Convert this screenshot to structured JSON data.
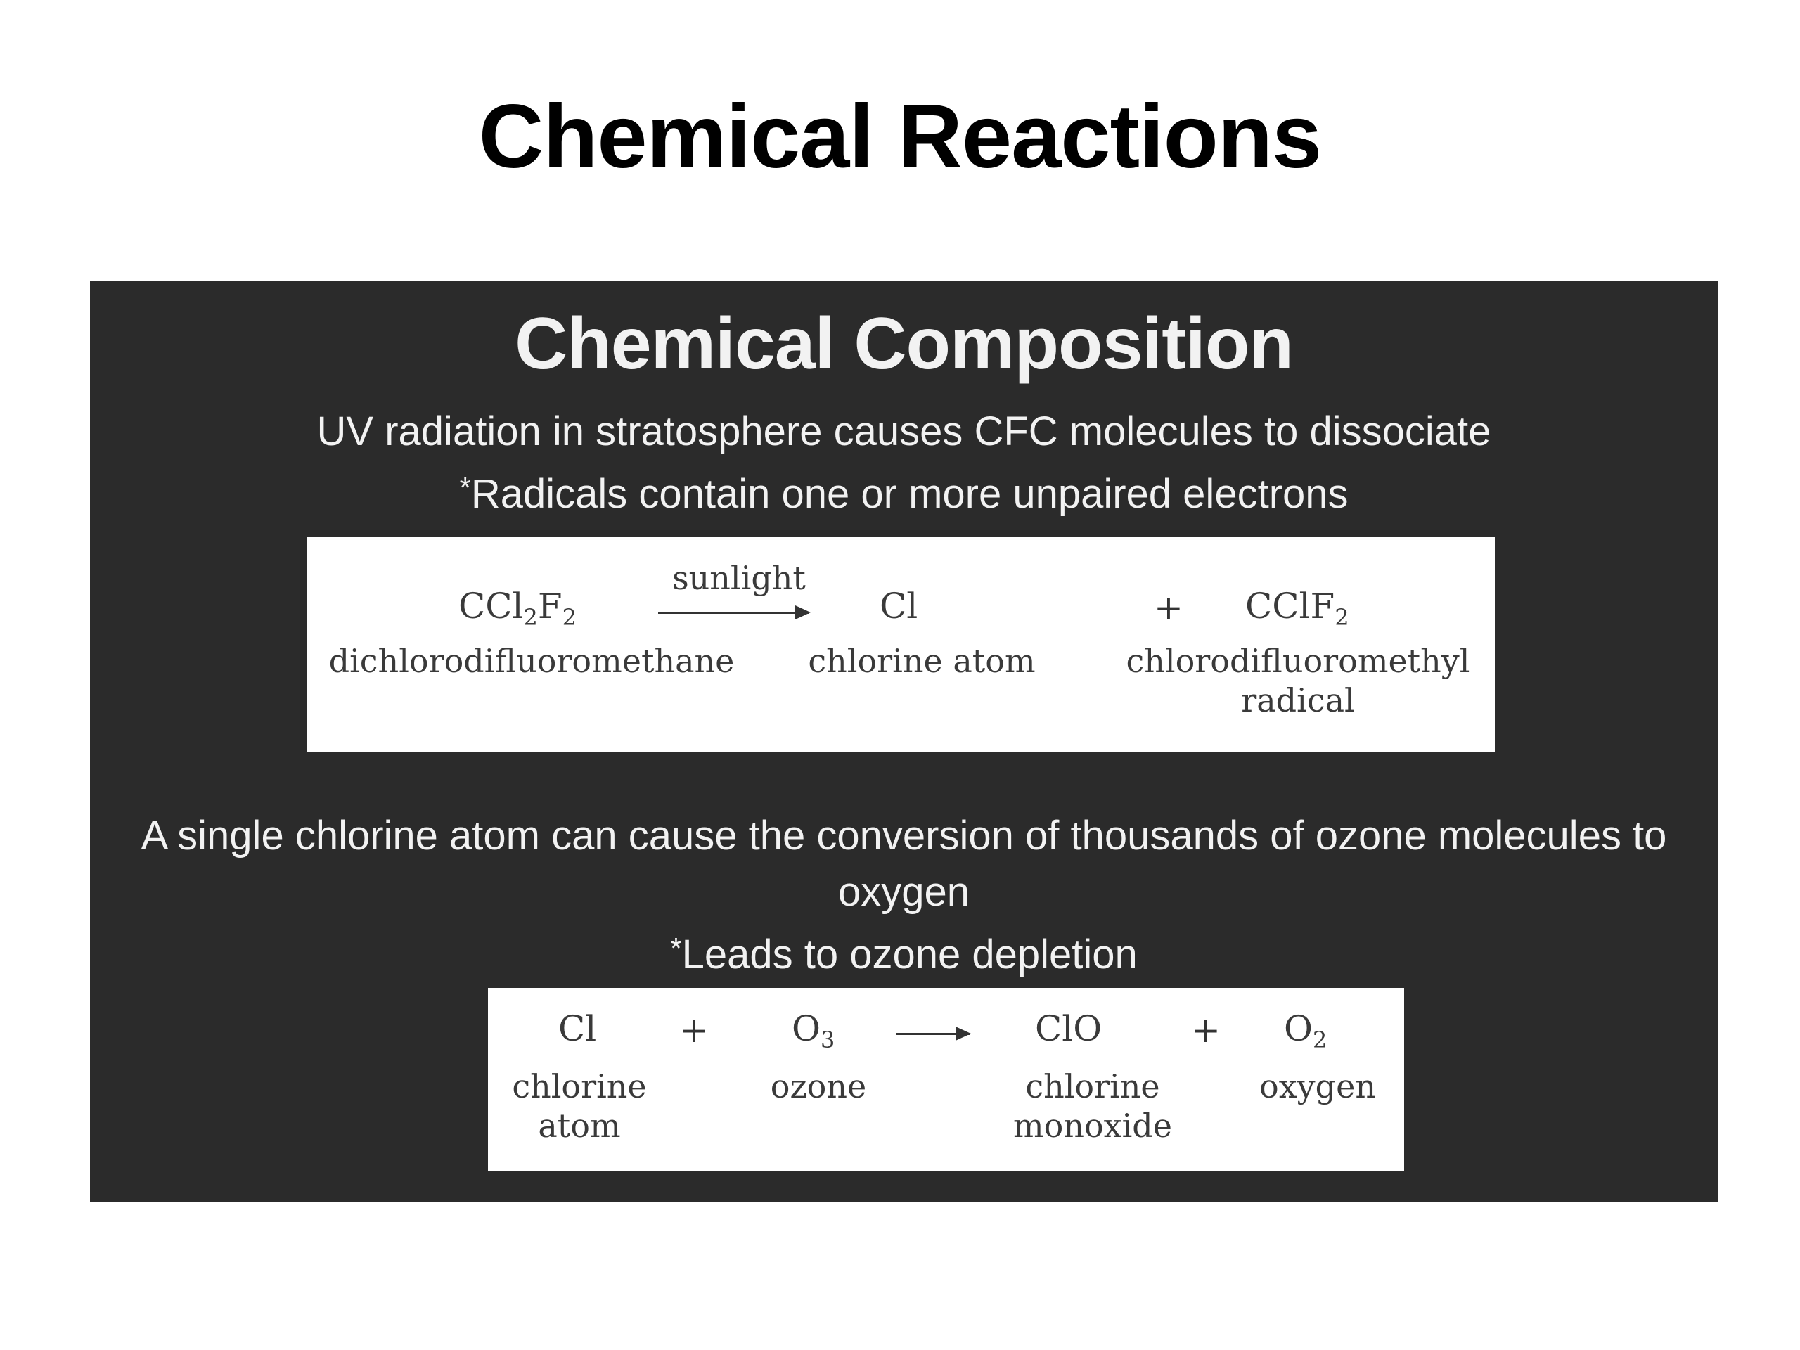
{
  "title": "Chemical Reactions",
  "panel": {
    "heading": "Chemical Composition",
    "text1": {
      "line1": "UV radiation in stratosphere causes CFC molecules to dissociate",
      "line2_star": "*",
      "line2": "Radicals contain one or more unpaired electrons"
    },
    "text2": {
      "line1": "A single chlorine atom can cause the conversion of thousands of ozone molecules to",
      "line2": "oxygen",
      "line3_star": "*",
      "line3": "Leads to ozone depletion"
    }
  },
  "equation1": {
    "reactant": {
      "base": "CCl",
      "sub1": "2",
      "mid": "F",
      "sub2": "2",
      "name": "dichlorodifluoromethane"
    },
    "arrow_label": "sunlight",
    "product1": {
      "formula": "Cl",
      "name": "chlorine atom"
    },
    "plus": "+",
    "product2": {
      "base": "CClF",
      "sub": "2",
      "name_line1": "chlorodifluoromethyl",
      "name_line2": "radical"
    }
  },
  "equation2": {
    "reactant1": {
      "formula": "Cl",
      "name_line1": "chlorine",
      "name_line2": "atom"
    },
    "plus1": "+",
    "reactant2": {
      "base": "O",
      "sub": "3",
      "name": "ozone"
    },
    "product1": {
      "formula": "ClO",
      "name_line1": "chlorine",
      "name_line2": "monoxide"
    },
    "plus2": "+",
    "product2": {
      "base": "O",
      "sub": "2",
      "name": "oxygen"
    }
  }
}
